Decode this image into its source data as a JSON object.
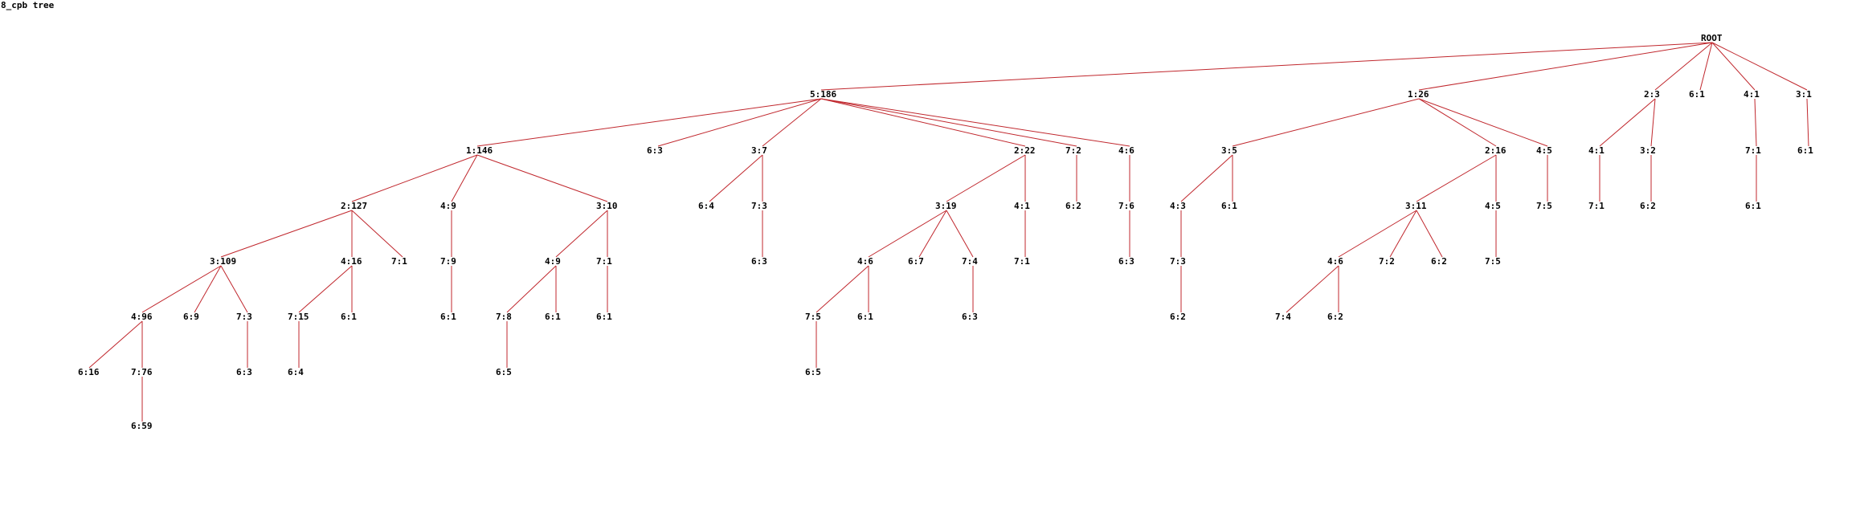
{
  "title": "8_cpb tree",
  "colors": {
    "edge": "#c0272d",
    "label": "#000000",
    "background": "#ffffff"
  },
  "tree": [
    {
      "id": "n0",
      "label": "ROOT"
    },
    {
      "id": "n1",
      "label": "5:186",
      "parent": "n0"
    },
    {
      "id": "n2",
      "label": "1:26",
      "parent": "n0"
    },
    {
      "id": "n3",
      "label": "2:3",
      "parent": "n0"
    },
    {
      "id": "n4",
      "label": "6:1",
      "parent": "n0"
    },
    {
      "id": "n5",
      "label": "4:1",
      "parent": "n0"
    },
    {
      "id": "n6",
      "label": "3:1",
      "parent": "n0"
    },
    {
      "id": "n7",
      "label": "1:146",
      "parent": "n1"
    },
    {
      "id": "n8",
      "label": "6:3",
      "parent": "n1"
    },
    {
      "id": "n9",
      "label": "3:7",
      "parent": "n1"
    },
    {
      "id": "n10",
      "label": "2:22",
      "parent": "n1"
    },
    {
      "id": "n11",
      "label": "7:2",
      "parent": "n1"
    },
    {
      "id": "n12",
      "label": "4:6",
      "parent": "n1"
    },
    {
      "id": "n13",
      "label": "3:5",
      "parent": "n2"
    },
    {
      "id": "n14",
      "label": "2:16",
      "parent": "n2"
    },
    {
      "id": "n15",
      "label": "4:5",
      "parent": "n2"
    },
    {
      "id": "n16",
      "label": "4:1",
      "parent": "n3"
    },
    {
      "id": "n17",
      "label": "3:2",
      "parent": "n3"
    },
    {
      "id": "n18",
      "label": "7:1",
      "parent": "n5"
    },
    {
      "id": "n19",
      "label": "6:1",
      "parent": "n6"
    },
    {
      "id": "n20",
      "label": "2:127",
      "parent": "n7"
    },
    {
      "id": "n21",
      "label": "4:9",
      "parent": "n7"
    },
    {
      "id": "n22",
      "label": "3:10",
      "parent": "n7"
    },
    {
      "id": "n23",
      "label": "6:4",
      "parent": "n9"
    },
    {
      "id": "n24",
      "label": "7:3",
      "parent": "n9"
    },
    {
      "id": "n25",
      "label": "3:19",
      "parent": "n10"
    },
    {
      "id": "n26",
      "label": "4:1",
      "parent": "n10"
    },
    {
      "id": "n27",
      "label": "6:2",
      "parent": "n11"
    },
    {
      "id": "n28",
      "label": "7:6",
      "parent": "n12"
    },
    {
      "id": "n29",
      "label": "4:3",
      "parent": "n13"
    },
    {
      "id": "n30",
      "label": "6:1",
      "parent": "n13"
    },
    {
      "id": "n31",
      "label": "3:11",
      "parent": "n14"
    },
    {
      "id": "n32",
      "label": "4:5",
      "parent": "n14"
    },
    {
      "id": "n33",
      "label": "7:5",
      "parent": "n15"
    },
    {
      "id": "n34",
      "label": "7:1",
      "parent": "n16"
    },
    {
      "id": "n35",
      "label": "6:2",
      "parent": "n17"
    },
    {
      "id": "n36",
      "label": "6:1",
      "parent": "n18"
    },
    {
      "id": "n37",
      "label": "3:109",
      "parent": "n20"
    },
    {
      "id": "n38",
      "label": "4:16",
      "parent": "n20"
    },
    {
      "id": "n39",
      "label": "7:1",
      "parent": "n20"
    },
    {
      "id": "n40",
      "label": "7:9",
      "parent": "n21"
    },
    {
      "id": "n41",
      "label": "4:9",
      "parent": "n22"
    },
    {
      "id": "n42",
      "label": "7:1",
      "parent": "n22"
    },
    {
      "id": "n43",
      "label": "6:3",
      "parent": "n24"
    },
    {
      "id": "n44",
      "label": "4:6",
      "parent": "n25"
    },
    {
      "id": "n45",
      "label": "6:7",
      "parent": "n25"
    },
    {
      "id": "n46",
      "label": "7:4",
      "parent": "n25"
    },
    {
      "id": "n47",
      "label": "7:1",
      "parent": "n26"
    },
    {
      "id": "n48",
      "label": "6:3",
      "parent": "n28"
    },
    {
      "id": "n49",
      "label": "7:3",
      "parent": "n29"
    },
    {
      "id": "n50",
      "label": "4:6",
      "parent": "n31"
    },
    {
      "id": "n51",
      "label": "7:2",
      "parent": "n31"
    },
    {
      "id": "n52",
      "label": "6:2",
      "parent": "n31"
    },
    {
      "id": "n53",
      "label": "7:5",
      "parent": "n32"
    },
    {
      "id": "n54",
      "label": "4:96",
      "parent": "n37"
    },
    {
      "id": "n55",
      "label": "6:9",
      "parent": "n37"
    },
    {
      "id": "n56",
      "label": "7:3",
      "parent": "n37"
    },
    {
      "id": "n57",
      "label": "7:15",
      "parent": "n38"
    },
    {
      "id": "n58",
      "label": "6:1",
      "parent": "n38"
    },
    {
      "id": "n59",
      "label": "6:1",
      "parent": "n40"
    },
    {
      "id": "n60",
      "label": "7:8",
      "parent": "n41"
    },
    {
      "id": "n61",
      "label": "6:1",
      "parent": "n41"
    },
    {
      "id": "n62",
      "label": "6:1",
      "parent": "n42"
    },
    {
      "id": "n63",
      "label": "7:5",
      "parent": "n44"
    },
    {
      "id": "n64",
      "label": "6:1",
      "parent": "n44"
    },
    {
      "id": "n65",
      "label": "6:3",
      "parent": "n46"
    },
    {
      "id": "n66",
      "label": "6:2",
      "parent": "n49"
    },
    {
      "id": "n67",
      "label": "7:4",
      "parent": "n50"
    },
    {
      "id": "n68",
      "label": "6:2",
      "parent": "n50"
    },
    {
      "id": "n69",
      "label": "6:16",
      "parent": "n54"
    },
    {
      "id": "n70",
      "label": "7:76",
      "parent": "n54"
    },
    {
      "id": "n71",
      "label": "6:3",
      "parent": "n56"
    },
    {
      "id": "n72",
      "label": "6:4",
      "parent": "n57"
    },
    {
      "id": "n73",
      "label": "6:5",
      "parent": "n60"
    },
    {
      "id": "n74",
      "label": "6:5",
      "parent": "n63"
    },
    {
      "id": "n75",
      "label": "6:59",
      "parent": "n70"
    }
  ]
}
